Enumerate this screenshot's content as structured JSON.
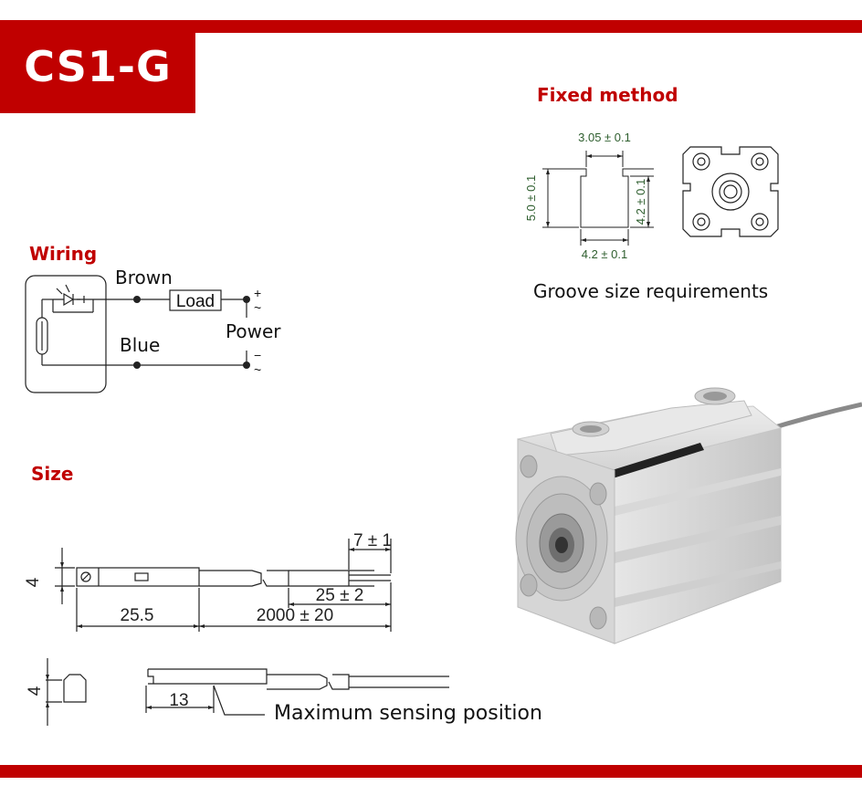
{
  "header": {
    "title": "CS1-G"
  },
  "sections": {
    "fixed_method": "Fixed method",
    "wiring": "Wiring",
    "size": "Size"
  },
  "groove": {
    "caption": "Groove size requirements",
    "dim_top": "3.05 ± 0.1",
    "dim_left": "5.0 ± 0.1",
    "dim_right": "4.2 ± 0.1",
    "dim_bottom": "4.2 ± 0.1"
  },
  "wiring": {
    "brown": "Brown",
    "blue": "Blue",
    "load": "Load",
    "power": "Power",
    "plus": "+",
    "minus": "−",
    "tilde": "~"
  },
  "size": {
    "height": "4",
    "len_body": "25.5",
    "len_cable": "2000 ± 20",
    "len_strip": "25 ± 2",
    "len_tip": "7 ± 1",
    "len_sense": "13",
    "height2": "4",
    "sense_caption": "Maximum sensing position"
  },
  "colors": {
    "accent": "#c00000",
    "dimension_text": "#2e5e2e"
  },
  "product_image": {
    "icon": "compact-air-cylinder-photo"
  }
}
